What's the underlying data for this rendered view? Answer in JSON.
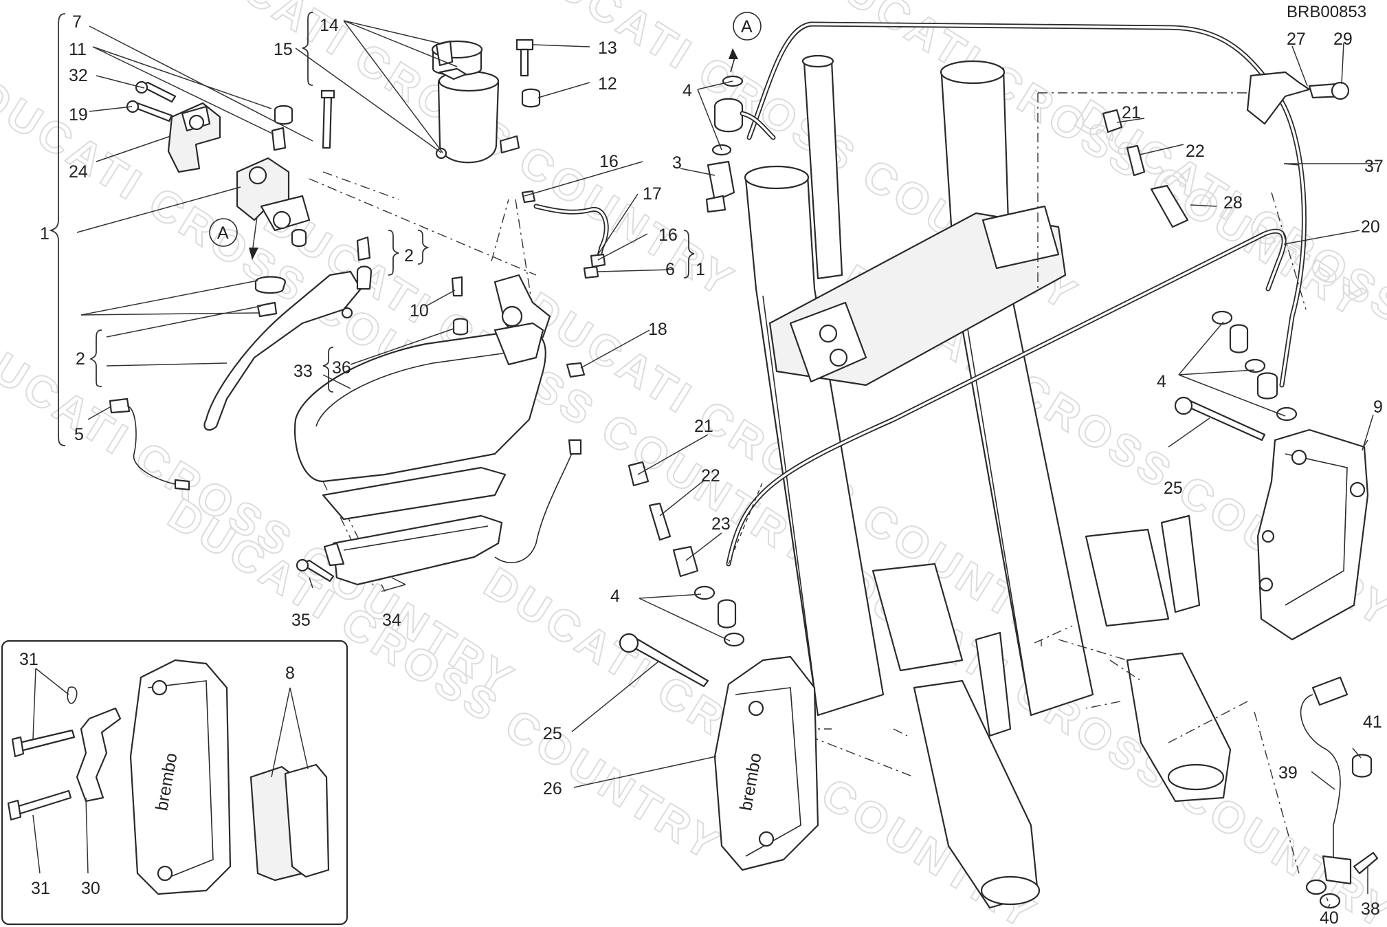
{
  "drawing_code": "BRB00853",
  "watermark": "DUCATI CROSS COUNTRY",
  "detail_marker": "A",
  "labels": {
    "l1": "1",
    "l1b": "1",
    "l2": "2",
    "l2b": "2",
    "l3": "3",
    "l4a": "4",
    "l4b": "4",
    "l4c": "4",
    "l5": "5",
    "l6": "6",
    "l7": "7",
    "l8": "8",
    "l9": "9",
    "l10": "10",
    "l11": "11",
    "l12": "12",
    "l13": "13",
    "l14": "14",
    "l15": "15",
    "l16a": "16",
    "l16b": "16",
    "l17": "17",
    "l18": "18",
    "l19": "19",
    "l20": "20",
    "l21a": "21",
    "l21b": "21",
    "l22a": "22",
    "l22b": "22",
    "l23": "23",
    "l24": "24",
    "l25a": "25",
    "l25b": "25",
    "l26": "26",
    "l27": "27",
    "l28": "28",
    "l29": "29",
    "l30": "30",
    "l31a": "31",
    "l31b": "31",
    "l32": "32",
    "l33": "33",
    "l34": "34",
    "l35": "35",
    "l36": "36",
    "l37": "37",
    "l38": "38",
    "l39": "39",
    "l40": "40",
    "l41": "41"
  },
  "caliper_brand": "brembo"
}
